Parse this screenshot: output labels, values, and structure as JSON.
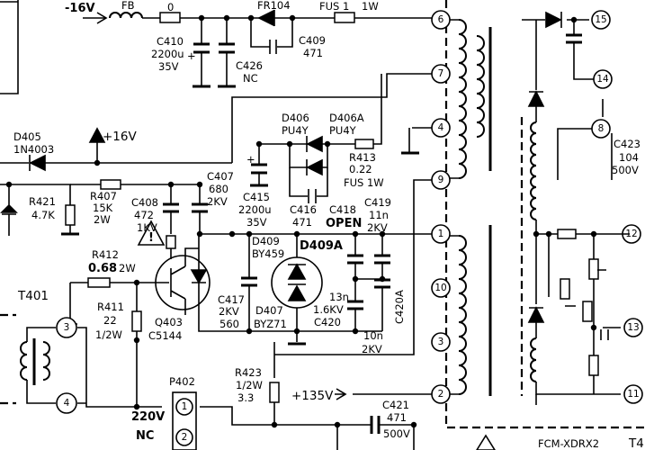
{
  "labels": {
    "neg16v": "-16V",
    "fb": "FB",
    "r_top_value": "0",
    "fr104": "FR104",
    "fus1": "FUS 1",
    "fus1_w": "1W",
    "c410_name": "C410",
    "c410_val": "2200u",
    "c410_v": "35V",
    "c426_name": "C426",
    "c426_val": "NC",
    "c409_name": "C409",
    "c409_val": "471",
    "d405_name": "D405",
    "d405_part": "1N4003",
    "plus16v": "+16V",
    "d406_name": "D406",
    "d406_part": "PU4Y",
    "d406a_name": "D406A",
    "d406a_part": "PU4Y",
    "r413_name": "R413",
    "r413_val": "0.22",
    "fus_1w": "FUS 1W",
    "r421_name": "R421",
    "r421_val": "4.7K",
    "r407_name": "R407",
    "r407_val": "15K",
    "r407_w": "2W",
    "c408_name": "C408",
    "c408_val": "472",
    "c408_v": "1KV",
    "c407_name": "C407",
    "c407_val": "680",
    "c407_v": "2KV",
    "c415_name": "C415",
    "c415_val": "2200u",
    "c415_v": "35V",
    "c416_name": "C416",
    "c416_val": "471",
    "c418_name": "C418",
    "c418_val": "OPEN",
    "c419_name": "C419",
    "c419_val": "11n",
    "c419_v": "2KV",
    "r412_name": "R412",
    "r412_val": "0.68",
    "r412_w": "2W",
    "d409_name": "D409",
    "d409_part": "BY459",
    "d409a_name": "D409A",
    "t401": "T401",
    "r411_name": "R411",
    "r411_val": "22",
    "r411_w": "1/2W",
    "c417_name": "C417",
    "c417_v": "2KV",
    "c417_val": "560",
    "q403_name": "Q403",
    "q403_part": "C5144",
    "d407_name": "D407",
    "d407_part": "BYZ71",
    "c420_13n": "13n",
    "c420_16kv": "1.6KV",
    "c420_name": "C420",
    "c420a_name": "C420A",
    "c420a_val": "10n",
    "c420a_v": "2KV",
    "r423_name": "R423",
    "r423_w": "1/2W",
    "r423_val": "3.3",
    "plus135v": "+135V",
    "c421_name": "C421",
    "c421_val": "471",
    "c421_v": "500V",
    "p402": "P402",
    "v220": "220V",
    "nc": "NC",
    "c423_name": "C423",
    "c423_val": "104",
    "c423_v": "500V",
    "fcm": "FCM-XDRX2",
    "t4": "T4"
  },
  "pins": {
    "p6": "6",
    "p7": "7",
    "p4": "4",
    "p9": "9",
    "p1": "1",
    "p10": "10",
    "p3": "3",
    "p2": "2",
    "p15": "15",
    "p14": "14",
    "p8": "8",
    "p12": "12",
    "p13": "13",
    "p11": "11",
    "t3": "3",
    "t4": "4",
    "c1": "1",
    "c2": "2"
  }
}
